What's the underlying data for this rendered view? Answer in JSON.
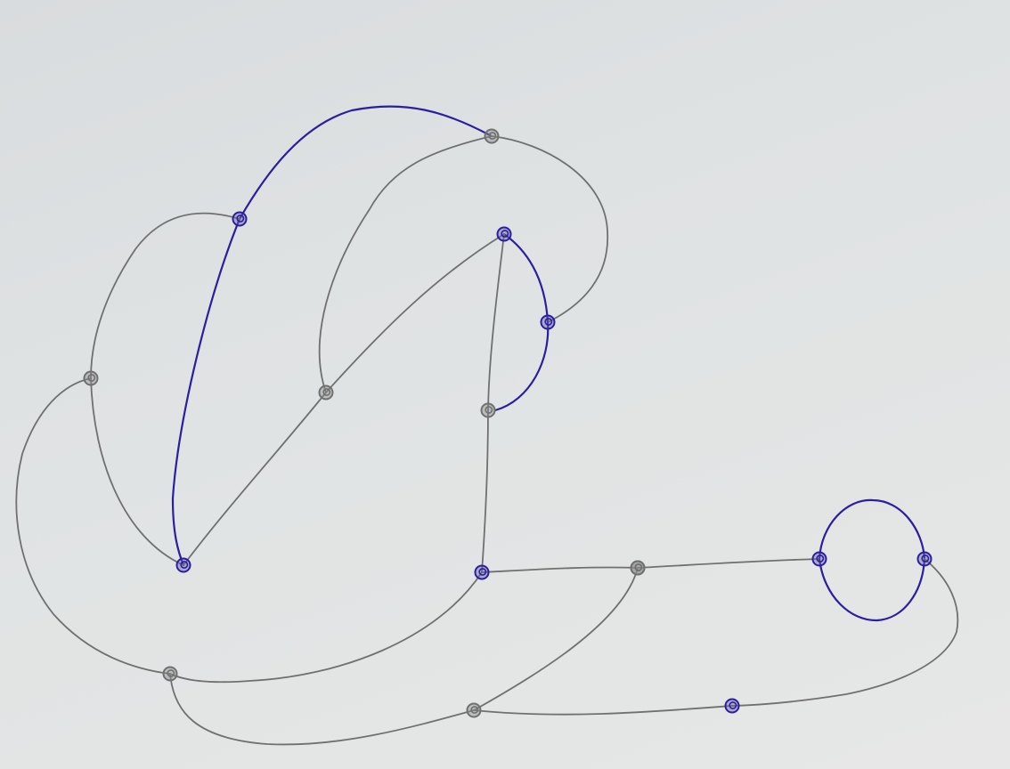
{
  "colors": {
    "paper": "#dfe2e3",
    "pencil": "#707070",
    "ink": "#2a1f9e"
  },
  "graph": {
    "nodes": [
      {
        "id": "n1",
        "color": "pencil"
      },
      {
        "id": "n2",
        "color": "ink"
      },
      {
        "id": "n3",
        "color": "ink"
      },
      {
        "id": "n4",
        "color": "pencil"
      },
      {
        "id": "n5",
        "color": "pencil"
      },
      {
        "id": "n6",
        "color": "ink"
      },
      {
        "id": "n7",
        "color": "ink"
      },
      {
        "id": "n8",
        "color": "pencil"
      },
      {
        "id": "n9",
        "color": "ink"
      },
      {
        "id": "n10",
        "color": "pencil"
      },
      {
        "id": "n11",
        "color": "pencil"
      },
      {
        "id": "n12",
        "color": "ink"
      },
      {
        "id": "n13",
        "color": "ink"
      },
      {
        "id": "n14",
        "color": "ink"
      },
      {
        "id": "n15",
        "color": "pencil"
      },
      {
        "id": "n16",
        "color": "pencil"
      }
    ],
    "edges": [
      {
        "id": "e-n1-n2",
        "from": "n1",
        "to": "n2",
        "color": "ink"
      },
      {
        "id": "e-n2-n3",
        "from": "n2",
        "to": "n3",
        "color": "ink"
      },
      {
        "id": "e-n2-n4",
        "from": "n2",
        "to": "n4",
        "color": "pencil"
      },
      {
        "id": "e-n4-n3",
        "from": "n4",
        "to": "n3",
        "color": "pencil"
      },
      {
        "id": "e-n1-n5",
        "from": "n1",
        "to": "n5",
        "color": "pencil"
      },
      {
        "id": "e-n1-n7",
        "from": "n1",
        "to": "n7",
        "color": "pencil"
      },
      {
        "id": "e-n1-n6",
        "from": "n1",
        "to": "n6",
        "color": "pencil"
      },
      {
        "id": "e-n6-n7",
        "from": "n6",
        "to": "n7",
        "color": "ink"
      },
      {
        "id": "e-n7-n8",
        "from": "n7",
        "to": "n8",
        "color": "ink"
      },
      {
        "id": "e-n6-n8",
        "from": "n6",
        "to": "n8",
        "color": "pencil"
      },
      {
        "id": "e-n5-n3",
        "from": "n5",
        "to": "n3",
        "color": "pencil"
      },
      {
        "id": "e-n8-n9",
        "from": "n8",
        "to": "n9",
        "color": "pencil"
      },
      {
        "id": "e-n9-n10",
        "from": "n9",
        "to": "n10",
        "color": "pencil"
      },
      {
        "id": "e-n9-n11",
        "from": "n9",
        "to": "n11",
        "color": "pencil"
      },
      {
        "id": "e-n11-n12",
        "from": "n11",
        "to": "n12",
        "color": "pencil"
      },
      {
        "id": "e-n12-n13-upper",
        "from": "n12",
        "to": "n13",
        "color": "ink"
      },
      {
        "id": "e-n12-n13-lower",
        "from": "n12",
        "to": "n13",
        "color": "ink"
      },
      {
        "id": "e-n13-n14",
        "from": "n13",
        "to": "n14",
        "color": "pencil"
      },
      {
        "id": "e-n14-n15",
        "from": "n14",
        "to": "n15",
        "color": "pencil"
      },
      {
        "id": "e-n15-n10",
        "from": "n15",
        "to": "n10",
        "color": "pencil"
      },
      {
        "id": "e-n15-n11",
        "from": "n15",
        "to": "n11",
        "color": "pencil"
      },
      {
        "id": "e-n4-n10",
        "from": "n4",
        "to": "n10",
        "color": "pencil"
      }
    ]
  }
}
